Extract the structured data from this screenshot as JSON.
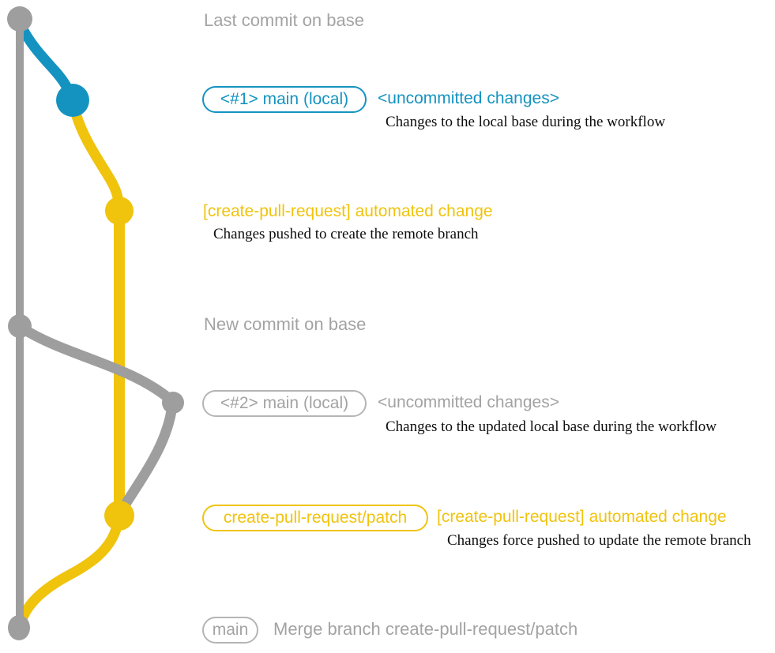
{
  "colors": {
    "base_gray": "#9e9e9e",
    "label_gray": "#a3a3a3",
    "local_blue": "#1593c0",
    "patch_yellow": "#f0c30d",
    "description_black": "#0d0d0d",
    "background": "#ffffff"
  },
  "annotations": {
    "last_commit_label": "Last commit on base",
    "new_commit_label": "New commit on base",
    "row1": {
      "badge": "<#1> main (local)",
      "heading": "<uncommitted changes>",
      "description": "Changes to the local base during the workflow"
    },
    "row2": {
      "heading": "[create-pull-request] automated change",
      "description": "Changes pushed to create the remote branch"
    },
    "row3": {
      "badge": "<#2> main (local)",
      "heading": "<uncommitted changes>",
      "description": "Changes to the updated local base during the workflow"
    },
    "row4": {
      "badge": "create-pull-request/patch",
      "heading": "[create-pull-request] automated change",
      "description": "Changes force pushed to update the remote branch"
    },
    "row5": {
      "badge": "main",
      "heading": "Merge branch create-pull-request/patch"
    }
  },
  "graph": {
    "branches": [
      {
        "name": "base",
        "color": "#9e9e9e"
      },
      {
        "name": "main-local",
        "color": "#1593c0"
      },
      {
        "name": "create-pull-request-patch",
        "color": "#f0c30d"
      }
    ],
    "commit_nodes": [
      {
        "name": "last-commit-on-base",
        "color": "#9e9e9e"
      },
      {
        "name": "local-main-commit-1",
        "color": "#1593c0"
      },
      {
        "name": "patch-commit-1",
        "color": "#f0c30d"
      },
      {
        "name": "new-commit-on-base",
        "color": "#9e9e9e"
      },
      {
        "name": "local-main-commit-2",
        "color": "#9e9e9e"
      },
      {
        "name": "patch-commit-2",
        "color": "#f0c30d"
      },
      {
        "name": "merge-commit",
        "color": "#9e9e9e"
      }
    ]
  }
}
